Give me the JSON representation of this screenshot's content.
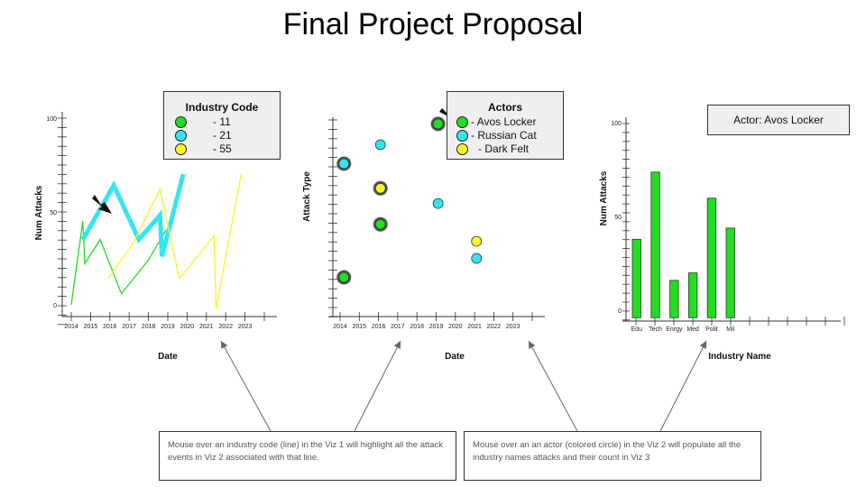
{
  "title": "Final Project Proposal",
  "viz1": {
    "legend": {
      "title": "Industry Code",
      "items": [
        {
          "label": "- 11",
          "color": "#22dd22"
        },
        {
          "label": "- 21",
          "color": "#33e5f0"
        },
        {
          "label": "- 55",
          "color": "#f5f52a"
        }
      ]
    },
    "pointer_icon": "arrow-pointer-icon"
  },
  "viz2": {
    "legend": {
      "title": "Actors",
      "items": [
        {
          "label": "- Avos Locker",
          "color": "#22dd22"
        },
        {
          "label": "- Russian Cat",
          "color": "#33e5f0"
        },
        {
          "label": "- Dark Felt",
          "color": "#f5f52a"
        }
      ]
    },
    "pointer_icon": "arrow-pointer-icon"
  },
  "viz3": {
    "actor_box": "Actor: Avos Locker"
  },
  "notes": {
    "note1": "Mouse over an industry code (line) in the Viz 1 will highlight all the attack events in Viz 2 associated with that line.",
    "note2": "Mouse over an an actor (colored circle) in the Viz 2 will populate all the industry names attacks and their count in Viz 3"
  },
  "chart_data": [
    {
      "type": "line",
      "xlabel": "Date",
      "ylabel": "Num Attacks",
      "x_ticks": [
        "2014",
        "2015",
        "2016",
        "2017",
        "2018",
        "2019",
        "2020",
        "2021",
        "2022",
        "2023"
      ],
      "y_ticks": [
        "0",
        "50",
        "100"
      ],
      "ylim": [
        0,
        100
      ],
      "highlighted_series": "21",
      "series": [
        {
          "name": "11",
          "color": "#22dd22",
          "points": [
            [
              2014.0,
              0
            ],
            [
              2014.6,
              45
            ],
            [
              2014.7,
              22
            ],
            [
              2015.5,
              35
            ],
            [
              2016.6,
              6
            ],
            [
              2018.0,
              24
            ],
            [
              2018.9,
              40
            ]
          ]
        },
        {
          "name": "21",
          "color": "#33e5f0",
          "points": [
            [
              2014.6,
              35
            ],
            [
              2016.2,
              64
            ],
            [
              2017.5,
              35
            ],
            [
              2018.6,
              48
            ],
            [
              2018.7,
              26
            ],
            [
              2019.8,
              70
            ]
          ]
        },
        {
          "name": "55",
          "color": "#f5f52a",
          "points": [
            [
              2015.9,
              14
            ],
            [
              2017.2,
              33
            ],
            [
              2018.6,
              62
            ],
            [
              2019.6,
              14
            ],
            [
              2021.4,
              37
            ],
            [
              2021.5,
              -2
            ],
            [
              2022.8,
              70
            ]
          ]
        }
      ]
    },
    {
      "type": "scatter",
      "xlabel": "Date",
      "ylabel": "Attack Type",
      "x_ticks": [
        "2014",
        "2015",
        "2016",
        "2017",
        "2018",
        "2019",
        "2020",
        "2021",
        "2022",
        "2023"
      ],
      "y_range": [
        0,
        10
      ],
      "highlighted_series": "Avos Locker",
      "series": [
        {
          "name": "Avos Locker",
          "color": "#22dd22",
          "points": [
            [
              2014.2,
              1.5
            ],
            [
              2016.1,
              4.3
            ],
            [
              2019.1,
              9.6
            ]
          ]
        },
        {
          "name": "Russian Cat",
          "color": "#33e5f0",
          "points": [
            [
              2014.2,
              7.5
            ],
            [
              2016.1,
              8.5
            ],
            [
              2019.1,
              5.4
            ],
            [
              2021.1,
              2.5
            ]
          ]
        },
        {
          "name": "Dark Felt",
          "color": "#f5f52a",
          "points": [
            [
              2016.1,
              6.2
            ],
            [
              2021.1,
              3.4
            ]
          ]
        }
      ]
    },
    {
      "type": "bar",
      "xlabel": "Industry Name",
      "ylabel": "Num Attacks",
      "categories": [
        "Edu",
        "Tech",
        "Enrgy",
        "Med",
        "Polit",
        "Mil"
      ],
      "values": [
        38,
        74,
        16,
        20,
        60,
        44
      ],
      "baseline": -4,
      "ylim": [
        0,
        100
      ],
      "y_ticks": [
        "0",
        "50",
        "100"
      ],
      "color": "#22dd22"
    }
  ]
}
